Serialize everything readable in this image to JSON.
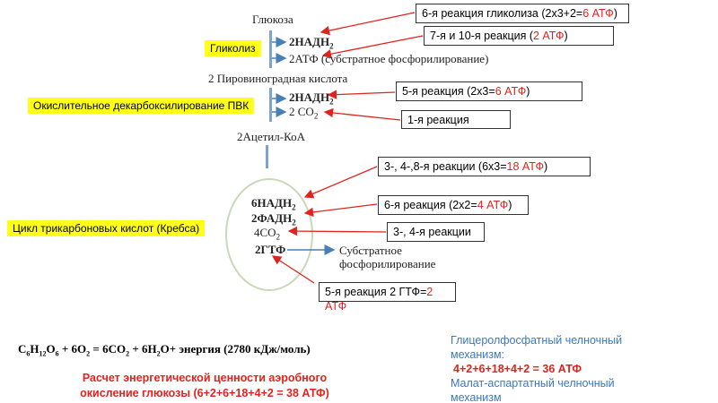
{
  "pathway": {
    "glucose": "Глюкоза",
    "glycolysis_nadh": "2НАДН",
    "glycolysis_atp": "2АТФ (субстратное фосфорилирование)",
    "pyruvate": "2 Пировиноградная кислота",
    "decarb_nadh": "2НАДН",
    "decarb_co2": "2 CO",
    "acetyl_coa": "2Ацетил-КоА",
    "krebs_nadh": "6НАДН",
    "krebs_fadh": "2ФАДН",
    "krebs_co2": "4CO",
    "krebs_gtp": "2ГТФ",
    "substrate_line1": "Субстратное",
    "substrate_line2": "фосфорилирование",
    "sub2": "2"
  },
  "stages": {
    "glycolysis": "Гликолиз",
    "oxidative_decarb": "Окислительное декарбоксилирование ПВК",
    "krebs": "Цикл трикарбоновых кислот (Кребса)"
  },
  "callouts": {
    "c1_prefix": "6-я реакция гликолиза (2х3+2=",
    "c1_red": "6 АТФ",
    "c1_suffix": ")",
    "c2_prefix": "7-я и 10-я реакция (",
    "c2_red": "2 АТФ",
    "c2_suffix": ")",
    "c3_prefix": "5-я реакция (2х3=",
    "c3_red": "6 АТФ",
    "c3_suffix": ")",
    "c4": "1-я реакция",
    "c5_prefix": "3-, 4-,8-я реакции (6х3=",
    "c5_red": "18 АТФ",
    "c5_suffix": ")",
    "c6_prefix": "6-я реакция (2х2=",
    "c6_red": "4 АТФ",
    "c6_suffix": ")",
    "c7": "3-, 4-я реакции",
    "c8_prefix": "5-я реакция 2 ГТФ=",
    "c8_red": "2",
    "c8_line2": "АТФ"
  },
  "equation": {
    "text": "C6H12O6 + 6O2 = 6CO2 + 6H2O+ энергия (2780 кДж/моль)"
  },
  "summary": {
    "line1": "Расчет энергетической ценности аэробного",
    "line2": "окисление глюкозы (6+2+6+18+4+2 = 38 АТФ)"
  },
  "shuttles": {
    "glycerophosphate_line1": "Глицеролфосфатный челночный",
    "glycerophosphate_line2": "механизм:",
    "glycerophosphate_sum": "4+2+6+18+4+2 = 36 АТФ",
    "malate_line1": "Малат-аспартатный челночный",
    "malate_line2": "механизм"
  },
  "colors": {
    "accent_red": "#e0231e",
    "highlight_yellow": "#ffff1a",
    "bar_blue": "#7da3c8",
    "shuttle_blue": "#3a78c4"
  }
}
